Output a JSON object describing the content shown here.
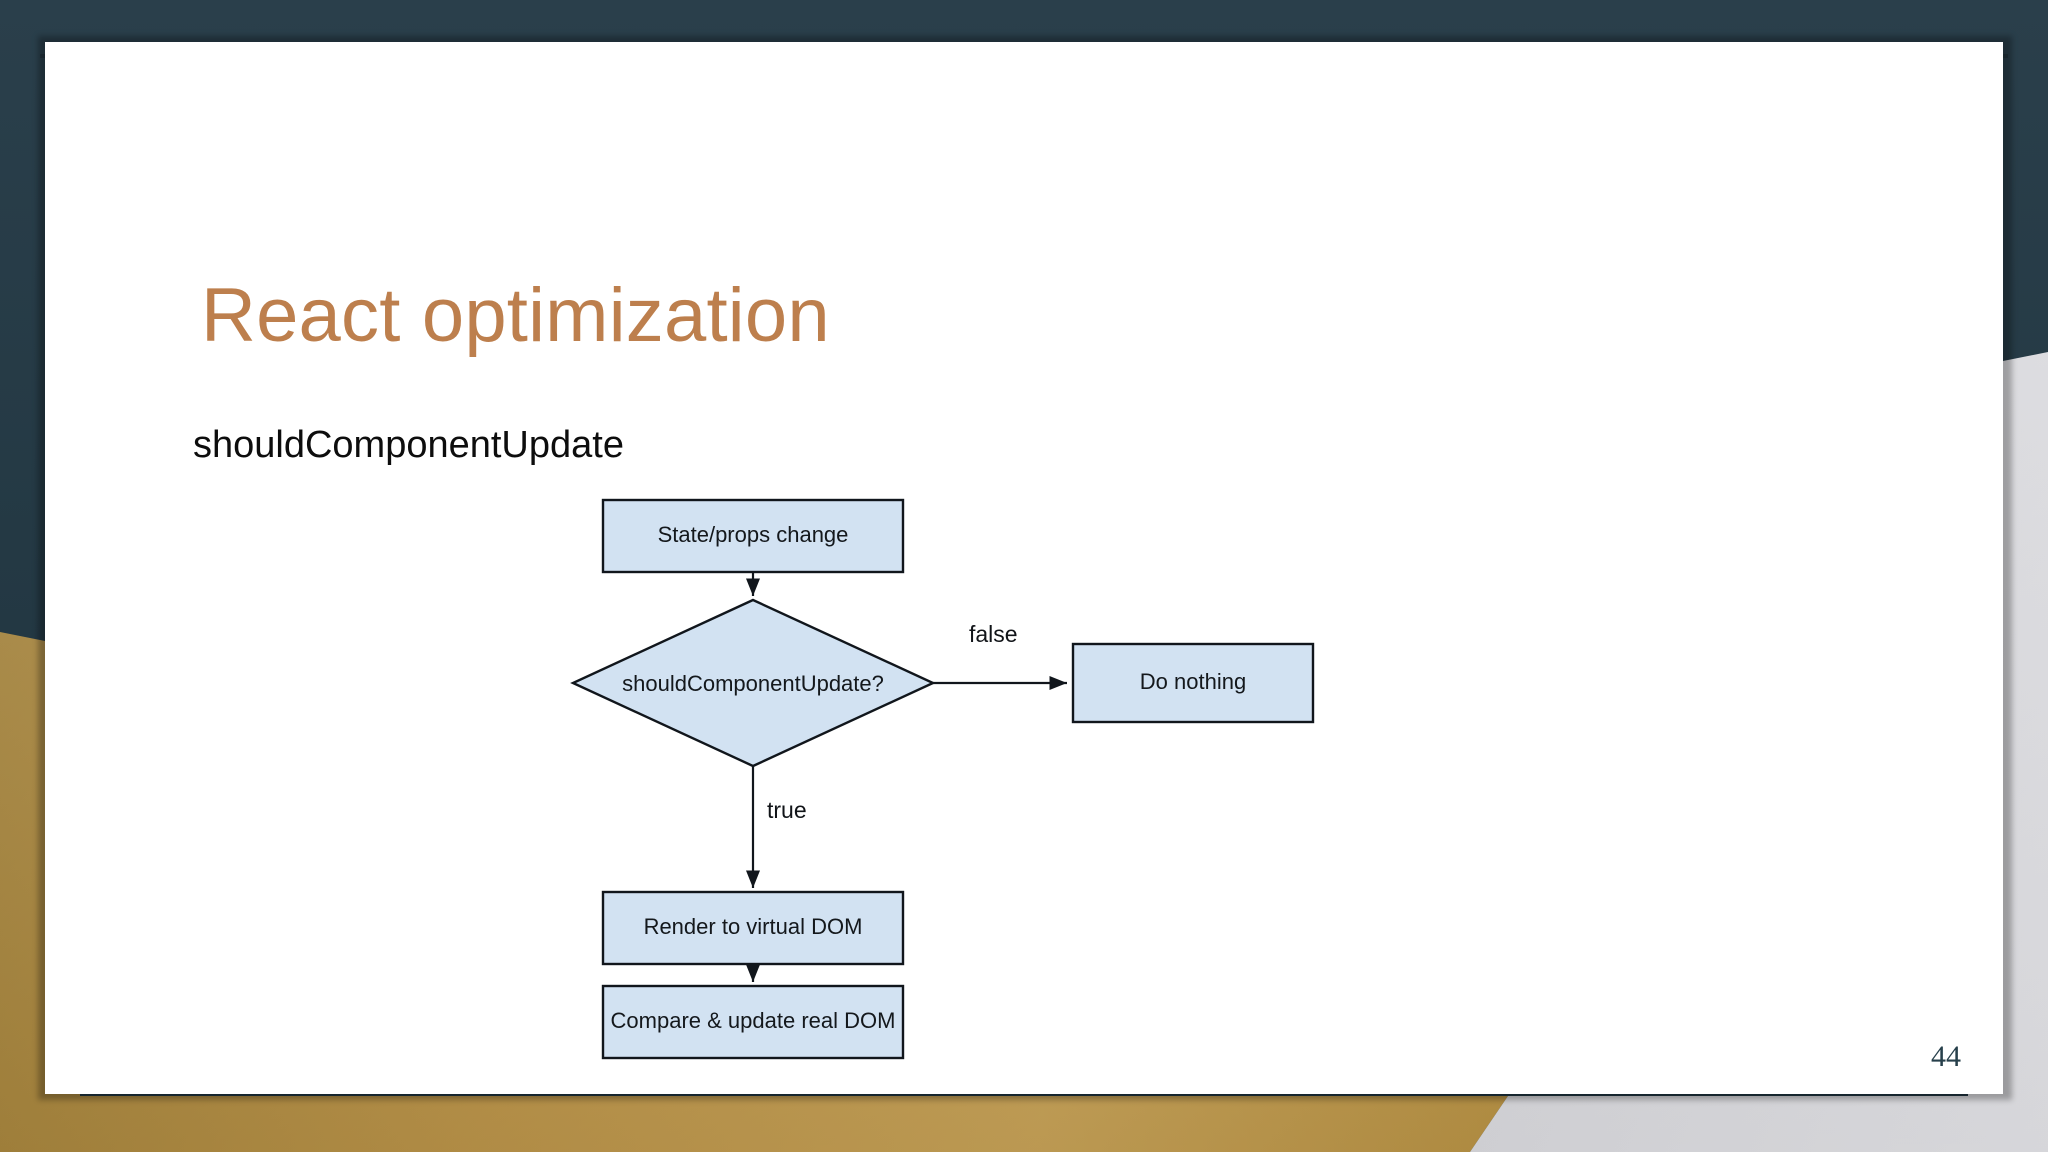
{
  "slide": {
    "title": "React optimization",
    "subtitle": "shouldComponentUpdate",
    "page_number": "44",
    "theme": {
      "title_color": "#bd7f4d",
      "frame_navy": "#233843",
      "frame_gold": "#bb9449",
      "frame_gray": "#c9c9ce",
      "page_background": "#ffffff",
      "node_fill": "#d2e2f2",
      "node_stroke": "#11161c",
      "body_text_color": "#0d0d0d"
    }
  },
  "flowchart": {
    "type": "flowchart",
    "nodes": [
      {
        "id": "state-props-change",
        "shape": "rectangle",
        "label": "State/props change"
      },
      {
        "id": "should-component-update",
        "shape": "diamond",
        "label": "shouldComponentUpdate?"
      },
      {
        "id": "do-nothing",
        "shape": "rectangle",
        "label": "Do nothing"
      },
      {
        "id": "render-virtual-dom",
        "shape": "rectangle",
        "label": "Render to virtual DOM"
      },
      {
        "id": "compare-update-real-dom",
        "shape": "rectangle",
        "label": "Compare & update real DOM"
      }
    ],
    "edges": [
      {
        "from": "state-props-change",
        "to": "should-component-update",
        "label": ""
      },
      {
        "from": "should-component-update",
        "to": "do-nothing",
        "label": "false"
      },
      {
        "from": "should-component-update",
        "to": "render-virtual-dom",
        "label": "true"
      },
      {
        "from": "render-virtual-dom",
        "to": "compare-update-real-dom",
        "label": ""
      }
    ]
  }
}
